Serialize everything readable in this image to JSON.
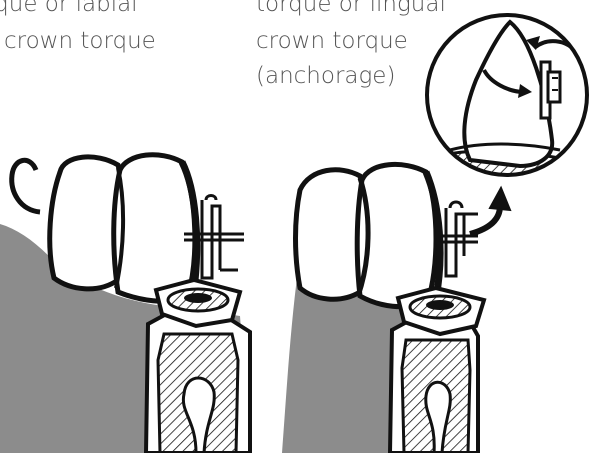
{
  "labels": {
    "left": [
      "torque or labial",
      "crown torque"
    ],
    "right": [
      "torque or lingual",
      "crown torque",
      "(anchorage)"
    ]
  },
  "colors": {
    "gingiva": "#8c8c8c",
    "outline": "#111111",
    "text": "#555555",
    "background": "#ffffff"
  },
  "figures": [
    "tooth-assembly-left",
    "tooth-assembly-right",
    "magnified-tooth-inset",
    "torque-arrow"
  ]
}
